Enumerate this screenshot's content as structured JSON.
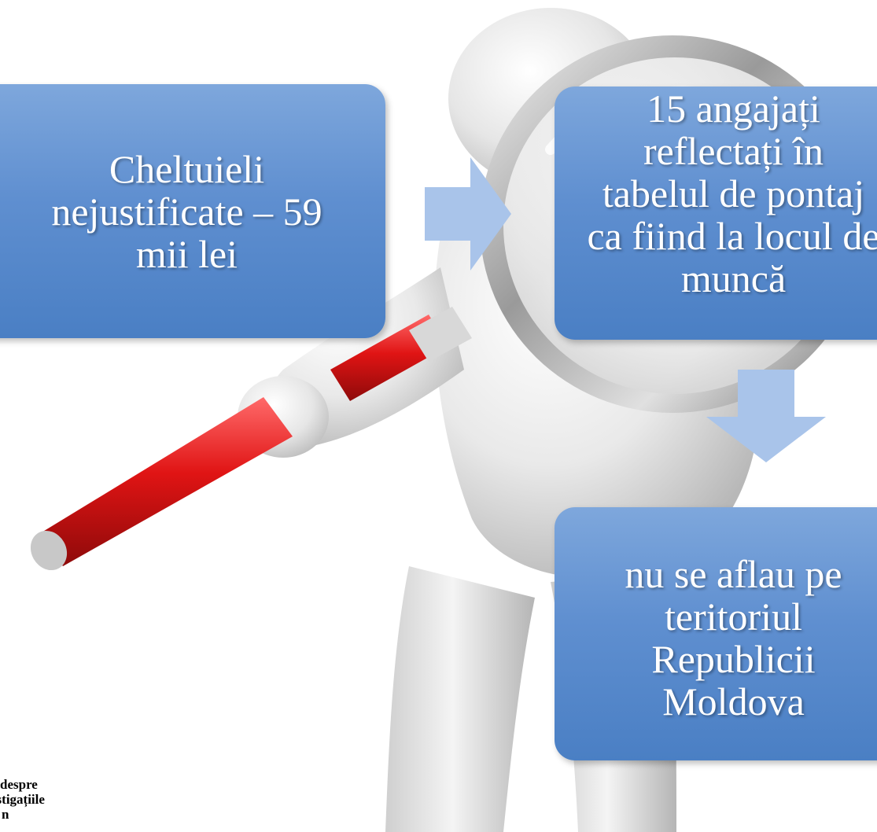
{
  "colors": {
    "box_top": "#7ea7dc",
    "box_bottom": "#4a7fc4",
    "arrow": "#a9c4ea",
    "handle": "#d51a1a",
    "figure": "#e8e8e8"
  },
  "boxes": {
    "left": {
      "lines": [
        "Cheltuieli",
        "nejustificate – 59",
        "mii lei"
      ]
    },
    "top_right": {
      "lines": [
        "15 angajați",
        "reflectați în",
        "tabelul de pontaj",
        "ca fiind la locul de",
        "muncă"
      ]
    },
    "bottom_right": {
      "lines": [
        "nu se aflau pe",
        "teritoriul",
        "Republicii",
        "Moldova"
      ]
    }
  },
  "arrows": [
    "right-arrow",
    "down-arrow"
  ],
  "footnote": {
    "lines": [
      "despre",
      "estigațiile",
      "n"
    ]
  },
  "illustration": "magnifying-glass-person"
}
